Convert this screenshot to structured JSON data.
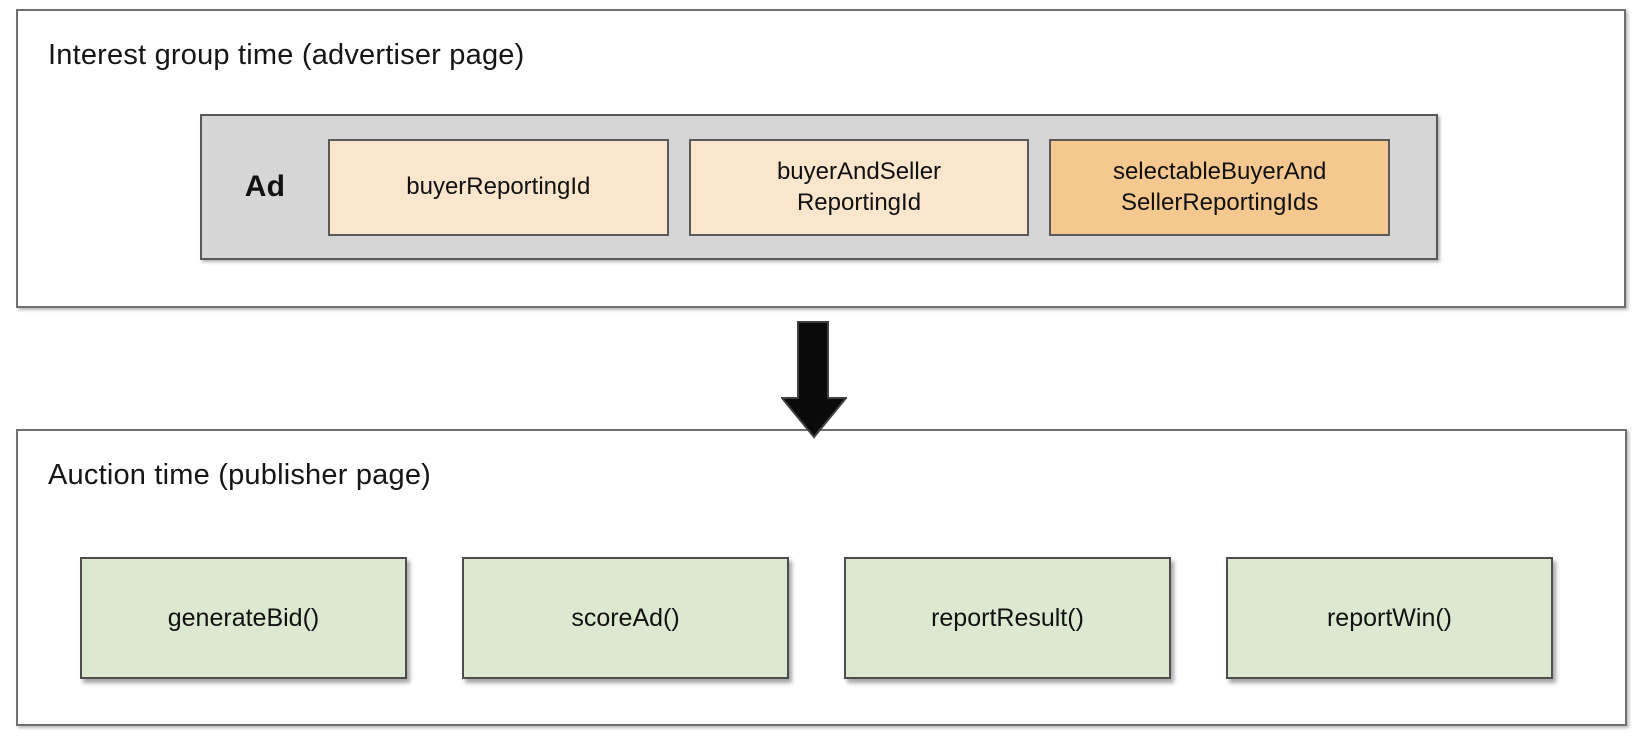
{
  "diagram": {
    "interest_group_section": {
      "title": "Interest group time (advertiser page)",
      "ad_container": {
        "label": "Ad",
        "fill": "#d6d6d6",
        "fields": [
          {
            "name": "buyerReportingId",
            "lines": [
              "buyerReportingId",
              ""
            ],
            "fill": "#fae5cd"
          },
          {
            "name": "buyerAndSellerReportingId",
            "lines": [
              "buyerAndSeller",
              "ReportingId"
            ],
            "fill": "#fae5cd"
          },
          {
            "name": "selectableBuyerAndSellerReportingIds",
            "lines": [
              "selectableBuyerAnd",
              "SellerReportingIds"
            ],
            "fill": "#f4c88f"
          }
        ]
      }
    },
    "arrow": {
      "name": "down-arrow",
      "fill": "#0a0a0a",
      "stroke": "#3f3f3f"
    },
    "auction_section": {
      "title": "Auction time (publisher page)",
      "function_fill": "#dde8d0",
      "functions": [
        {
          "label": "generateBid()"
        },
        {
          "label": "scoreAd()"
        },
        {
          "label": "reportResult()"
        },
        {
          "label": "reportWin()"
        }
      ]
    }
  }
}
